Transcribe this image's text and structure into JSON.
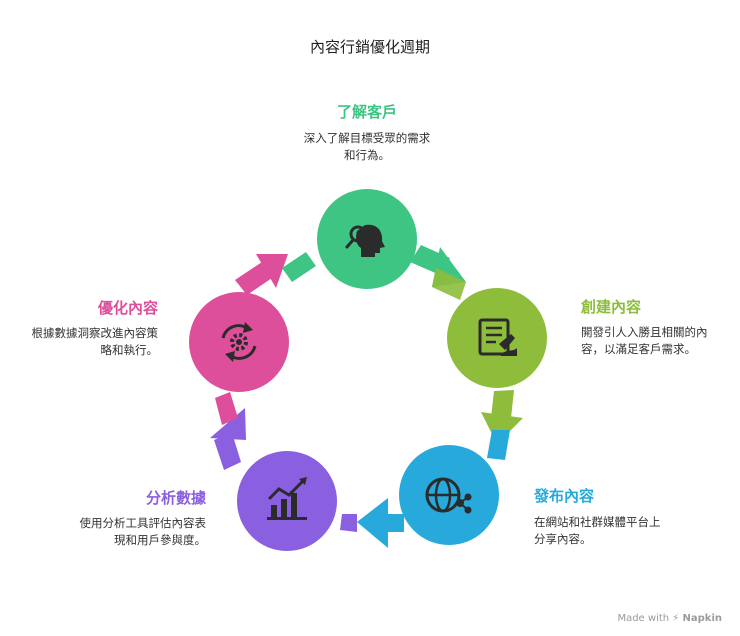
{
  "title": "內容行銷優化週期",
  "colors": {
    "understand": "#3ec584",
    "create": "#8ebd3c",
    "publish": "#27a9dc",
    "analyze": "#8a5fe0",
    "optimize": "#dd4f9b"
  },
  "stages": [
    {
      "label": "了解客戶",
      "desc_lines": [
        "深入了解目標受眾的需求",
        "和行為。"
      ],
      "icon": "user-search-icon"
    },
    {
      "label": "創建內容",
      "desc_lines": [
        "開發引人入勝且相關的內",
        "容，以滿足客戶需求。"
      ],
      "icon": "document-pen-icon"
    },
    {
      "label": "發布內容",
      "desc_lines": [
        "在網站和社群媒體平台上",
        "分享內容。"
      ],
      "icon": "globe-share-icon"
    },
    {
      "label": "分析數據",
      "desc_lines": [
        "使用分析工具評估內容表",
        "現和用戶參與度。"
      ],
      "icon": "bar-chart-trend-icon"
    },
    {
      "label": "優化內容",
      "desc_lines": [
        "根據數據洞察改進內容策",
        "略和執行。"
      ],
      "icon": "gear-cycle-icon"
    }
  ],
  "footer": {
    "made_with": "Made with",
    "brand": "Napkin",
    "logo_icon": "napkin-logo-icon"
  }
}
